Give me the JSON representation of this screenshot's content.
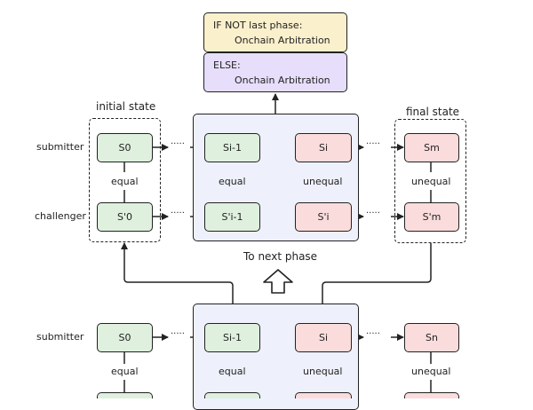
{
  "banners": {
    "if_line1": "IF NOT last phase:",
    "if_line2": "Onchain Arbitration",
    "else_line1": "ELSE:",
    "else_line2": "Onchain Arbitration"
  },
  "labels": {
    "initial_state": "initial state",
    "final_state": "final state",
    "to_next_phase": "To next phase",
    "submitter": "submitter",
    "challenger": "challenger",
    "equal": "equal",
    "unequal": "unequal",
    "ellipsis": "·····"
  },
  "phase1": {
    "submitter": {
      "s0": "S0",
      "si_1": "Si-1",
      "si": "Si",
      "sm": "Sm"
    },
    "challenger": {
      "s0": "S'0",
      "si_1": "S'i-1",
      "si": "S'i",
      "sm": "S'm"
    }
  },
  "phase2": {
    "submitter": {
      "s0": "S0",
      "si_1": "Si-1",
      "si": "Si",
      "sn": "Sn"
    }
  },
  "colors": {
    "green": "#dff0df",
    "pink": "#fbdcdc",
    "panel": "#eef0fb",
    "banner_if": "#fbf0cc",
    "banner_else": "#e6defa"
  }
}
